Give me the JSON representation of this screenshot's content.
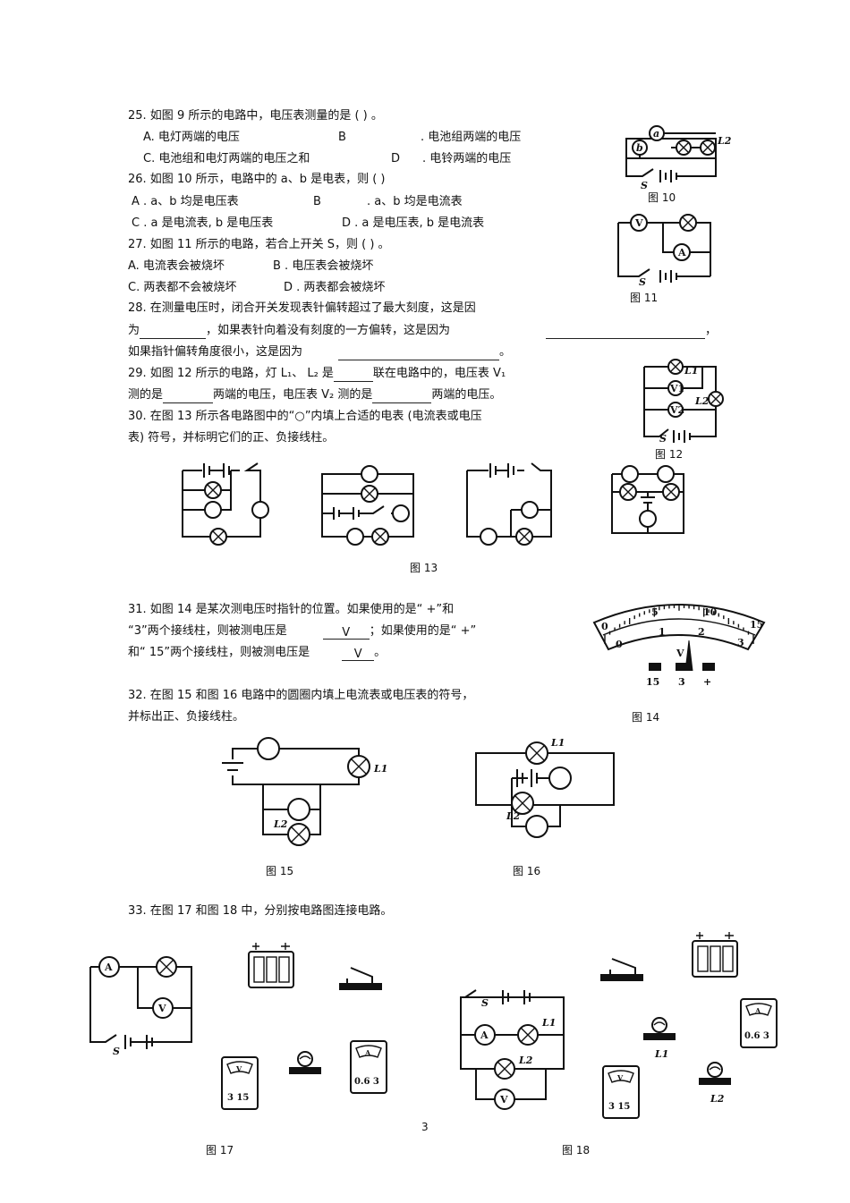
{
  "q25": {
    "stem": "25.  如图   9 所示的电路中，电压表测量的是        (    )       。",
    "a": "A.   电灯两端的电压",
    "b": "B",
    "b_text": ".  电池组两端的电压",
    "c": "C.  电池组和电灯两端的电压之和",
    "d": "D",
    "d_text": ".  电铃两端的电压"
  },
  "q26": {
    "stem": "26. 如图  10 所示，电路中的       a、b 是电表，则  (    )",
    "a": "A .  a、b 均是电压表",
    "b": "B",
    "b_text": ".  a、b 均是电流表",
    "c": "C .  a 是电流表,      b 是电压表",
    "d": "D   .  a 是电压表,      b 是电流表"
  },
  "q27": {
    "stem": "27.  如图   11 所示的电路，若合上开关        S，则 (    )       。",
    "a": "A.  电流表会被烧坏",
    "b": "B  .  电压表会被烧坏",
    "c": "C.  两表都不会被烧坏",
    "d": "D  .  两表都会被烧坏"
  },
  "q28": {
    "line1": "28. 在测量电压时，闭合开关发现表针偏转超过了最大刻度，这是因",
    "line2a": "为",
    "line2b": "，如果表针向着没有刻度的一方偏转，这是因为",
    "line2c": "，",
    "line3a": "如果指针偏转角度很小，这是因为",
    "line3b": "。"
  },
  "q29": {
    "line1a": "29.   如图   12 所示的电路，灯      L₁、 L₂ 是",
    "line1b": "联在电路中的，电压表       V₁",
    "line2a": "测的是",
    "line2b": "两端的电压，电压表       V₂ 测的是",
    "line2c": "两端的电压。"
  },
  "q30": {
    "line1": "30.   在图  13 所示各电路图中的“○”内填上合适的电表           (电流表或电压",
    "line2": "表) 符号，并标明它们的正、负接线柱。"
  },
  "q31": {
    "line1": "31.  如图   14 是某次测电压时指针的位置。如果使用的是“           +”和",
    "line2a": "“3”两个接线柱，则被测电压是",
    "line2b": "V",
    "line2c": "；如果使用的是“       +”",
    "line3a": "和“ 15”两个接线柱，则被测电压是",
    "line3b": "V",
    "line3c": "。"
  },
  "q32": {
    "line1": "32. 在图  15 和图  16 电路中的圆圈内填上电流表或电压表的符号，",
    "line2": "并标出正、负接线柱。"
  },
  "q33": {
    "line1": "33. 在图  17 和图  18 中，分别按电路图连接电路。"
  },
  "captions": {
    "fig10": "图 10",
    "fig11": "图 11",
    "fig12": "图 12",
    "fig13": "图 13",
    "fig14": "图 14",
    "fig15": "图 15",
    "fig16": "图 16",
    "fig17": "图 17",
    "fig18": "图 18"
  },
  "meter14": {
    "upper_scale": [
      "0",
      "5",
      "10",
      "15"
    ],
    "lower_scale": [
      "0",
      "1",
      "2",
      "3"
    ],
    "unit": "V",
    "terminals": [
      "15",
      "3",
      "+"
    ]
  },
  "circuit_labels": {
    "a": "a",
    "b": "b",
    "V": "V",
    "A": "A",
    "S": "S",
    "L1": "L1",
    "L2": "L2",
    "V1": "V1",
    "V2": "V2"
  },
  "instruments": {
    "voltmeter_scale": "3 15",
    "ammeter_scale": "0.6 3"
  },
  "page_number": "3"
}
